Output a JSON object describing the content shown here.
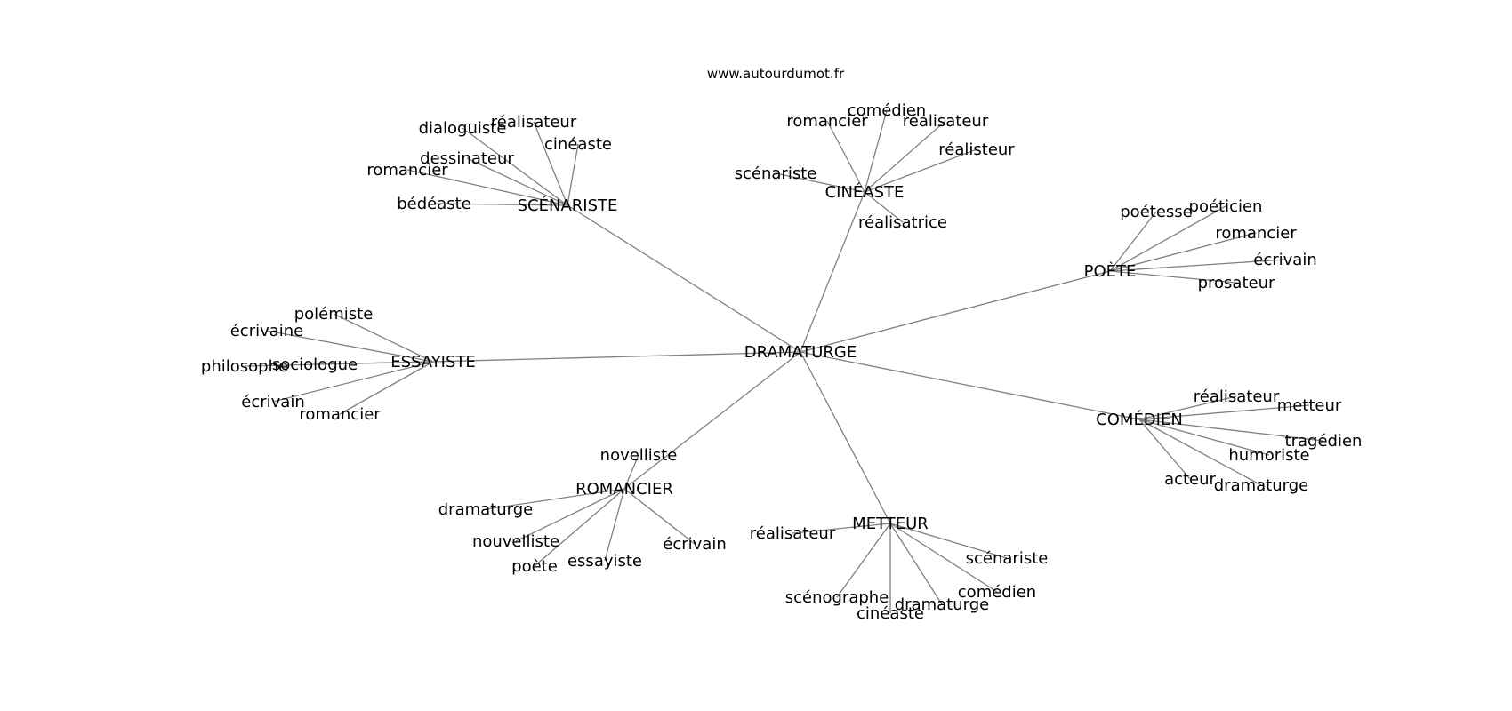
{
  "source": "www.autourdumot.fr",
  "center": "DRAMATURGE",
  "clusters": [
    {
      "label": "SCÉNARISTE",
      "leaves": [
        "dialoguiste",
        "réalisateur",
        "cinéaste",
        "dessinateur",
        "romancier",
        "bédéaste"
      ]
    },
    {
      "label": "CINÉASTE",
      "leaves": [
        "comédien",
        "romancier",
        "réalisateur",
        "réalisteur",
        "scénariste",
        "réalisatrice"
      ]
    },
    {
      "label": "POÈTE",
      "leaves": [
        "poétesse",
        "poéticien",
        "romancier",
        "écrivain",
        "prosateur"
      ]
    },
    {
      "label": "ESSAYISTE",
      "leaves": [
        "polémiste",
        "écrivaine",
        "philosophe",
        "sociologue",
        "écrivain",
        "romancier"
      ]
    },
    {
      "label": "COMÉDIEN",
      "leaves": [
        "réalisateur",
        "metteur",
        "tragédien",
        "humoriste",
        "acteur",
        "dramaturge"
      ]
    },
    {
      "label": "ROMANCIER",
      "leaves": [
        "novelliste",
        "dramaturge",
        "nouvelliste",
        "poète",
        "essayiste",
        "écrivain"
      ]
    },
    {
      "label": "METTEUR",
      "leaves": [
        "réalisateur",
        "scénariste",
        "comédien",
        "scénographe",
        "dramaturge",
        "cinéaste"
      ]
    }
  ]
}
